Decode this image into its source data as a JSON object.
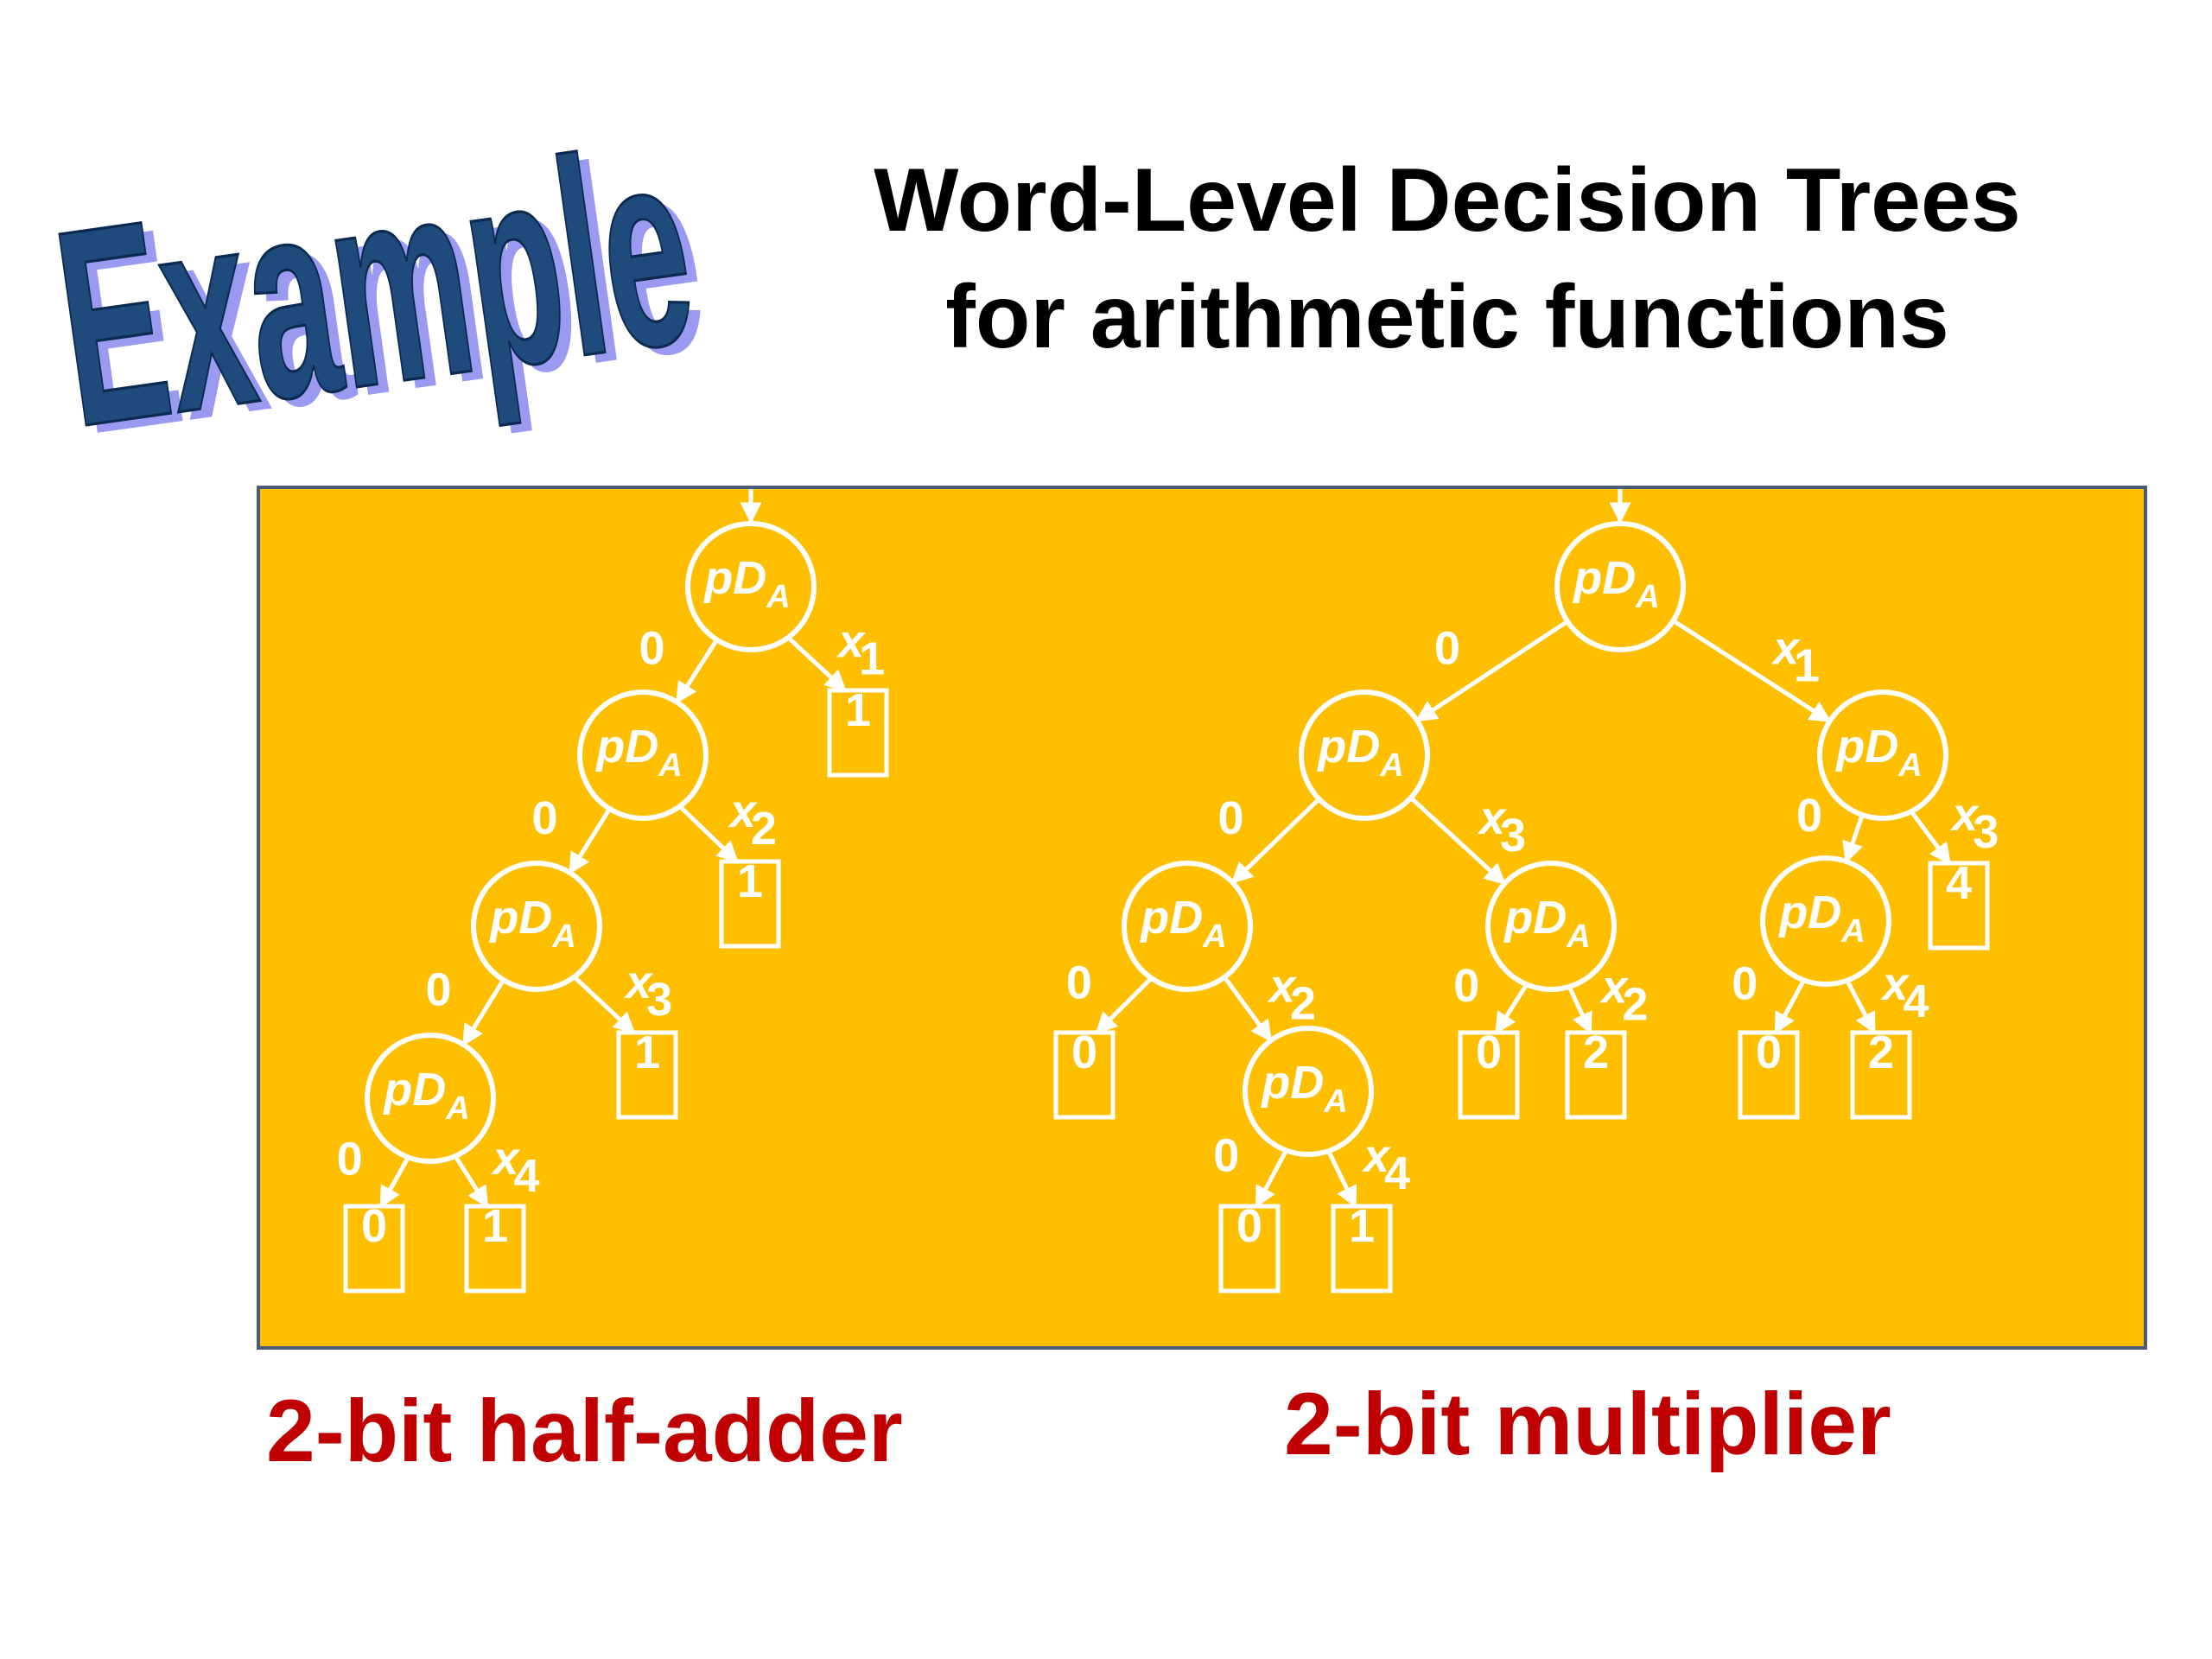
{
  "badge": {
    "text": "Example",
    "fill": "#1f4a7c",
    "shadow": "#9a9af0"
  },
  "title": {
    "line1": "Word-Level Decision Trees",
    "line2": "for arithmetic functions"
  },
  "panel": {
    "color": "#fdbf00",
    "line_color": "#ffffff"
  },
  "node_label": {
    "main": "pD",
    "sub": "A"
  },
  "zero_label": "0",
  "trees": [
    {
      "caption": "2-bit half-adder",
      "nodes": [
        {
          "id": "a1",
          "label": "pD_A"
        },
        {
          "id": "a2",
          "label": "pD_A"
        },
        {
          "id": "a3",
          "label": "pD_A"
        },
        {
          "id": "a4",
          "label": "pD_A"
        }
      ],
      "leaves": [
        {
          "id": "al1",
          "value": "1"
        },
        {
          "id": "al2",
          "value": "1"
        },
        {
          "id": "al3",
          "value": "1"
        },
        {
          "id": "al4",
          "value": "0"
        },
        {
          "id": "al5",
          "value": "1"
        }
      ],
      "edges": [
        {
          "from": "a1",
          "to": "a2",
          "label_var": "0",
          "label_sub": ""
        },
        {
          "from": "a1",
          "to": "al1",
          "label_var": "x",
          "label_sub": "1"
        },
        {
          "from": "a2",
          "to": "a3",
          "label_var": "0",
          "label_sub": ""
        },
        {
          "from": "a2",
          "to": "al2",
          "label_var": "x",
          "label_sub": "2"
        },
        {
          "from": "a3",
          "to": "a4",
          "label_var": "0",
          "label_sub": ""
        },
        {
          "from": "a3",
          "to": "al3",
          "label_var": "x",
          "label_sub": "3"
        },
        {
          "from": "a4",
          "to": "al4",
          "label_var": "0",
          "label_sub": ""
        },
        {
          "from": "a4",
          "to": "al5",
          "label_var": "x",
          "label_sub": "4"
        }
      ]
    },
    {
      "caption": "2-bit multiplier",
      "nodes": [
        {
          "id": "b1",
          "label": "pD_A"
        },
        {
          "id": "b2",
          "label": "pD_A"
        },
        {
          "id": "b3",
          "label": "pD_A"
        },
        {
          "id": "b4",
          "label": "pD_A"
        },
        {
          "id": "b5",
          "label": "pD_A"
        },
        {
          "id": "b6",
          "label": "pD_A"
        },
        {
          "id": "b7",
          "label": "pD_A"
        }
      ],
      "leaves": [
        {
          "id": "bl1",
          "value": "0"
        },
        {
          "id": "bl2",
          "value": "0"
        },
        {
          "id": "bl3",
          "value": "1"
        },
        {
          "id": "bl4",
          "value": "0"
        },
        {
          "id": "bl5",
          "value": "2"
        },
        {
          "id": "bl6",
          "value": "4"
        },
        {
          "id": "bl7",
          "value": "0"
        },
        {
          "id": "bl8",
          "value": "2"
        }
      ],
      "edges": [
        {
          "from": "b1",
          "to": "b2",
          "label_var": "0",
          "label_sub": ""
        },
        {
          "from": "b1",
          "to": "b3",
          "label_var": "x",
          "label_sub": "1"
        },
        {
          "from": "b2",
          "to": "b4",
          "label_var": "0",
          "label_sub": ""
        },
        {
          "from": "b2",
          "to": "b5",
          "label_var": "x",
          "label_sub": "3"
        },
        {
          "from": "b3",
          "to": "b6",
          "label_var": "0",
          "label_sub": ""
        },
        {
          "from": "b3",
          "to": "bl6",
          "label_var": "x",
          "label_sub": "3"
        },
        {
          "from": "b4",
          "to": "bl1",
          "label_var": "0",
          "label_sub": ""
        },
        {
          "from": "b4",
          "to": "b7",
          "label_var": "x",
          "label_sub": "2"
        },
        {
          "from": "b7",
          "to": "bl2",
          "label_var": "0",
          "label_sub": ""
        },
        {
          "from": "b7",
          "to": "bl3",
          "label_var": "x",
          "label_sub": "4"
        },
        {
          "from": "b5",
          "to": "bl4",
          "label_var": "0",
          "label_sub": ""
        },
        {
          "from": "b5",
          "to": "bl5",
          "label_var": "x",
          "label_sub": "2"
        },
        {
          "from": "b6",
          "to": "bl7",
          "label_var": "0",
          "label_sub": ""
        },
        {
          "from": "b6",
          "to": "bl8",
          "label_var": "x",
          "label_sub": "4"
        }
      ]
    }
  ]
}
